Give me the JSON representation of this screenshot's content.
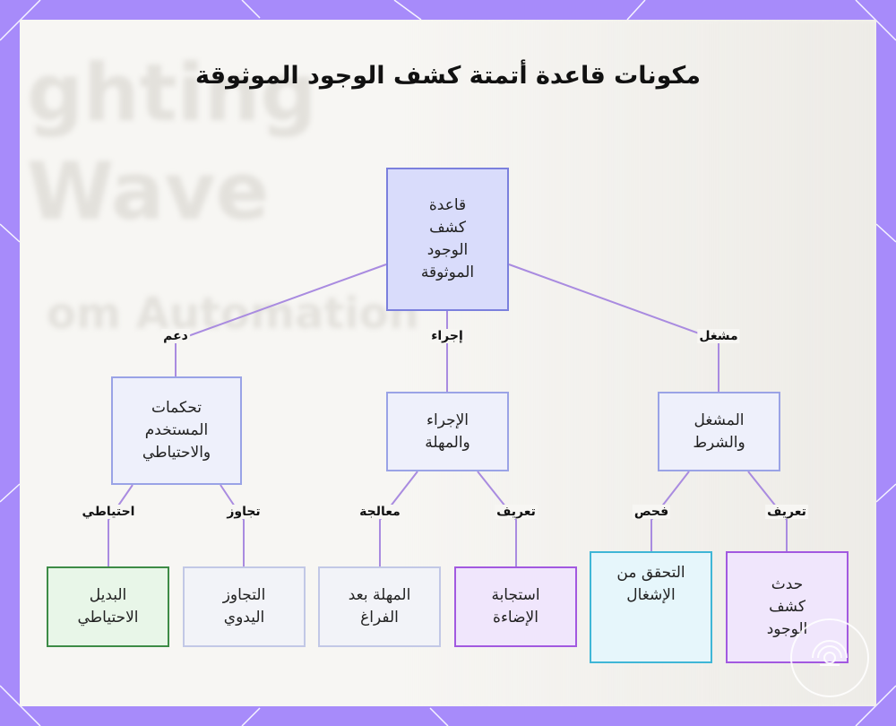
{
  "title": "مكونات قاعدة أتمتة كشف الوجود الموثوقة",
  "root": {
    "label": "قاعدة\nكشف\nالوجود\nالموثوقة"
  },
  "branches": {
    "support": {
      "edge_label": "دعم",
      "label": "تحكمات\nالمستخدم\nوالاحتياطي"
    },
    "action": {
      "edge_label": "إجراء",
      "label": "الإجراء\nوالمهلة"
    },
    "trigger": {
      "edge_label": "مشغل",
      "label": "المشغل\nوالشرط"
    }
  },
  "leaves": {
    "fallback": {
      "edge_label": "احتياطي",
      "label": "البديل\nالاحتياطي"
    },
    "override": {
      "edge_label": "تجاوز",
      "label": "التجاوز\nاليدوي"
    },
    "timeout": {
      "edge_label": "معالجة",
      "label": "المهلة بعد\nالفراغ"
    },
    "response": {
      "edge_label": "تعريف",
      "label": "استجابة\nالإضاءة"
    },
    "verify": {
      "edge_label": "فحص",
      "label": "التحقق من\nالإشغال"
    },
    "event": {
      "edge_label": "تعريف",
      "label": "حدث\nكشف\nالوجود"
    }
  },
  "background_text": [
    "ghting",
    "Wave",
    "om Automation"
  ],
  "colors": {
    "frame": "#a78bfa",
    "edge": "#a98be0",
    "root_fill": "#d9dcfb",
    "purple_border": "#a259e0",
    "green_border": "#3d8b46",
    "cyan_border": "#3fb6d6"
  }
}
